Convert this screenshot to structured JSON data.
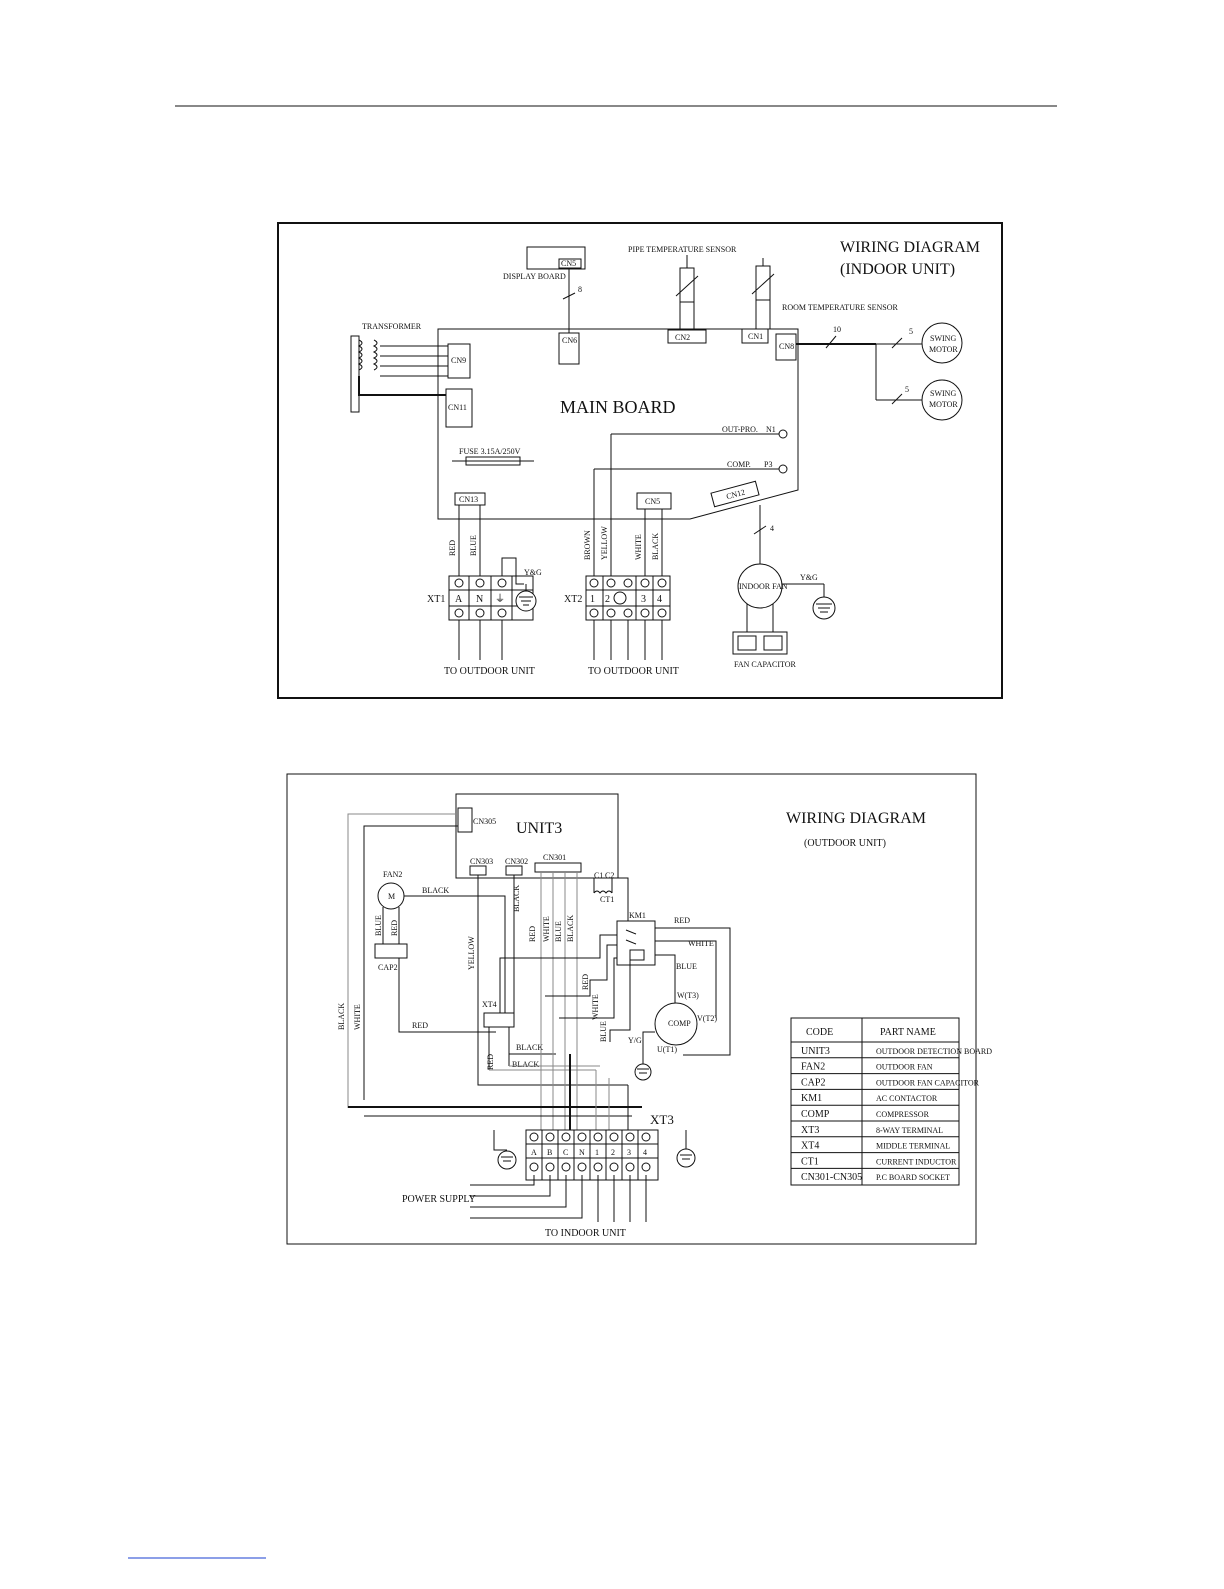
{
  "indoor": {
    "title": "WIRING DIAGRAM",
    "subtitle": "(INDOOR UNIT)",
    "main_board": "MAIN BOARD",
    "display_board": "DISPLAY BOARD",
    "pipe_sensor": "PIPE TEMPERATURE SENSOR",
    "room_sensor": "ROOM TEMPERATURE SENSOR",
    "transformer": "TRANSFORMER",
    "fuse": "FUSE  3.15A/250V",
    "swing_motor": [
      "SWING",
      "MOTOR"
    ],
    "indoor_fan": "INDOOR FAN",
    "fan_capacitor": "FAN CAPACITOR",
    "to_outdoor": "TO OUTDOOR UNIT",
    "connectors": {
      "cn5_display": "CN5",
      "cn6": "CN6",
      "cn2": "CN2",
      "cn1": "CN1",
      "cn8": "CN8",
      "cn9": "CN9",
      "cn11": "CN11",
      "cn13": "CN13",
      "cn5": "CN5",
      "cn12": "CN12"
    },
    "out_pro": "OUT-PRO.",
    "n1": "N1",
    "comp": "COMP.",
    "p3": "P3",
    "wire_counts": {
      "display": "8",
      "cn8": "10",
      "swing1": "5",
      "swing2": "5",
      "fan": "4"
    },
    "wire_colors": {
      "red": "RED",
      "blue": "BLUE",
      "brown": "BROWN",
      "yellow": "YELLOW",
      "white": "WHITE",
      "black": "BLACK",
      "yg1": "Y&G",
      "yg2": "Y&G"
    },
    "xt1": {
      "label": "XT1",
      "terminals": [
        "A",
        "N",
        "⏚"
      ]
    },
    "xt2": {
      "label": "XT2",
      "terminals": [
        "1",
        "2",
        "3",
        "4"
      ]
    }
  },
  "outdoor": {
    "title": "WIRING DIAGRAM",
    "subtitle": "(OUTDOOR UNIT)",
    "unit3": "UNIT3",
    "cn305": "CN305",
    "cn303": "CN303",
    "cn302": "CN302",
    "cn301": "CN301",
    "c_labels": [
      "C1",
      "C2"
    ],
    "ct1": "CT1",
    "km1": "KM1",
    "fan2": "FAN2",
    "fan_m": "M",
    "cap2": "CAP2",
    "xt4": "XT4",
    "comp": "COMP",
    "comp_pins": [
      "W(T3)",
      "V(T2)",
      "U(T1)"
    ],
    "yg": "Y/G",
    "xt3": {
      "label": "XT3",
      "terminals": [
        "A",
        "B",
        "C",
        "N",
        "1",
        "2",
        "3",
        "4"
      ]
    },
    "power_supply": "POWER SUPPLY",
    "to_indoor": "TO INDOOR UNIT",
    "wire_labels": {
      "black_fan": "BLACK",
      "black_cn302": "BLACK",
      "blue_cap": "BLUE",
      "red_cap": "RED",
      "yellow": "YELLOW",
      "red_v1": "RED",
      "white_v1": "WHITE",
      "blue_v1": "BLUE",
      "black_v1": "BLACK",
      "red_km": "RED",
      "white_km": "WHITE",
      "blue_km": "BLUE",
      "red_mid": "RED",
      "white_mid": "WHITE",
      "blue_mid": "BLUE",
      "black_left": "BLACK",
      "white_left": "WHITE",
      "red_xt4": "RED",
      "black_xt4": "BLACK",
      "red_low": "RED",
      "black_low": "BLACK"
    },
    "table": {
      "headers": [
        "CODE",
        "PART NAME"
      ],
      "rows": [
        [
          "UNIT3",
          "OUTDOOR DETECTION BOARD"
        ],
        [
          "FAN2",
          "OUTDOOR FAN"
        ],
        [
          "CAP2",
          "OUTDOOR FAN CAPACITOR"
        ],
        [
          "KM1",
          "AC CONTACTOR"
        ],
        [
          "COMP",
          "COMPRESSOR"
        ],
        [
          "XT3",
          "8-WAY TERMINAL"
        ],
        [
          "XT4",
          "MIDDLE TERMINAL"
        ],
        [
          "CT1",
          "CURRENT INDUCTOR"
        ],
        [
          "CN301-CN305",
          "P.C BOARD SOCKET"
        ]
      ]
    }
  }
}
